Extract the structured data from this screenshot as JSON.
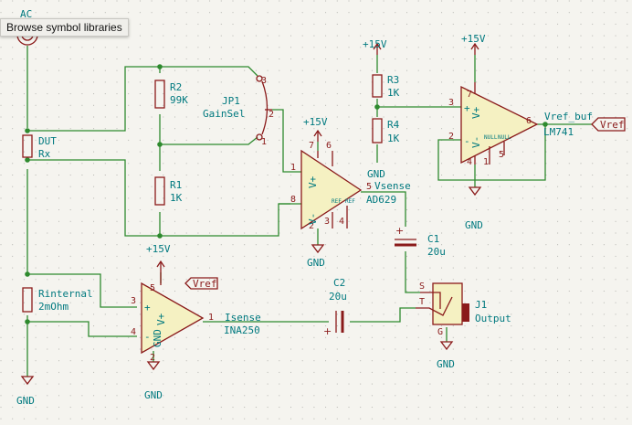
{
  "tooltip": "Browse symbol libraries",
  "source": {
    "ref": "AC"
  },
  "dut": {
    "ref": "DUT",
    "value": "Rx"
  },
  "r_internal": {
    "ref": "Rinternal",
    "value": "2mOhm"
  },
  "r2": {
    "ref": "R2",
    "value": "99K"
  },
  "r1": {
    "ref": "R1",
    "value": "1K"
  },
  "r3": {
    "ref": "R3",
    "value": "1K"
  },
  "r4": {
    "ref": "R4",
    "value": "1K"
  },
  "jp1": {
    "ref": "JP1",
    "value": "GainSel",
    "pins": [
      "3",
      "2",
      "1"
    ]
  },
  "u_ad629": {
    "value": "AD629",
    "pins": [
      "1",
      "8",
      "7",
      "6",
      "2",
      "3",
      "4",
      "5"
    ],
    "in_plus": "V+",
    "in_minus": "V-",
    "ref_a": "REF",
    "ref_b": "REF"
  },
  "u_lm741": {
    "value": "LM741",
    "pins": [
      "3",
      "2",
      "7",
      "4",
      "1",
      "5",
      "6"
    ],
    "in_plus": "+",
    "in_minus": "-",
    "vplus": "V+",
    "vminus": "V-",
    "null_a": "NULL",
    "null_b": "NULL"
  },
  "u_ina250": {
    "value": "INA250",
    "pins": [
      "3",
      "4",
      "5",
      "2",
      "1"
    ],
    "in_plus": "+",
    "in_minus": "-",
    "vplus": "V+",
    "gnd": "GND"
  },
  "c1": {
    "ref": "C1",
    "value": "20u",
    "plus": "+"
  },
  "c2": {
    "ref": "C2",
    "value": "20u",
    "plus": "+"
  },
  "j1": {
    "ref": "J1",
    "value": "Output",
    "pins": [
      "S",
      "T",
      "G"
    ]
  },
  "power": {
    "vplus": "+15V",
    "gnd": "GND"
  },
  "nets": {
    "vsense": "Vsense",
    "isense": "Isense",
    "vref_buf": "Vref_buf",
    "vref": "Vref"
  }
}
